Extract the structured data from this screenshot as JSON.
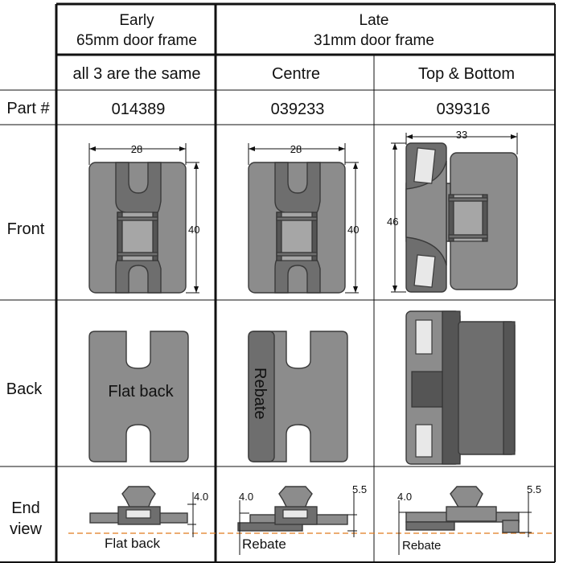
{
  "header": {
    "early_line1": "Early",
    "early_line2": "65mm door frame",
    "late_line1": "Late",
    "late_line2": "31mm door frame",
    "early_sub": "all 3 are the same",
    "late_sub_centre": "Centre",
    "late_sub_topbottom": "Top & Bottom"
  },
  "rows": {
    "part_label": "Part #",
    "front_label": "Front",
    "back_label": "Back",
    "end_label_line1": "End",
    "end_label_line2": "view"
  },
  "parts": {
    "early": "014389",
    "centre": "039233",
    "topbottom": "039316"
  },
  "dimensions": {
    "early_width": "28",
    "early_height": "40",
    "centre_width": "28",
    "centre_height": "40",
    "topbottom_width": "33",
    "topbottom_height": "46",
    "early_end_depth": "4.0",
    "centre_end_left": "4.0",
    "centre_end_right": "5.5",
    "topbottom_end_left": "4.0",
    "topbottom_end_right": "5.5"
  },
  "notes": {
    "early_back": "Flat back",
    "centre_back": "Rebate",
    "early_end": "Flat back",
    "centre_end": "Rebate",
    "topbottom_end": "Rebate"
  },
  "colors": {
    "part_fill": "#8c8c8c",
    "dark_fill": "#6e6e6e",
    "datum_line": "#e07a1f"
  }
}
